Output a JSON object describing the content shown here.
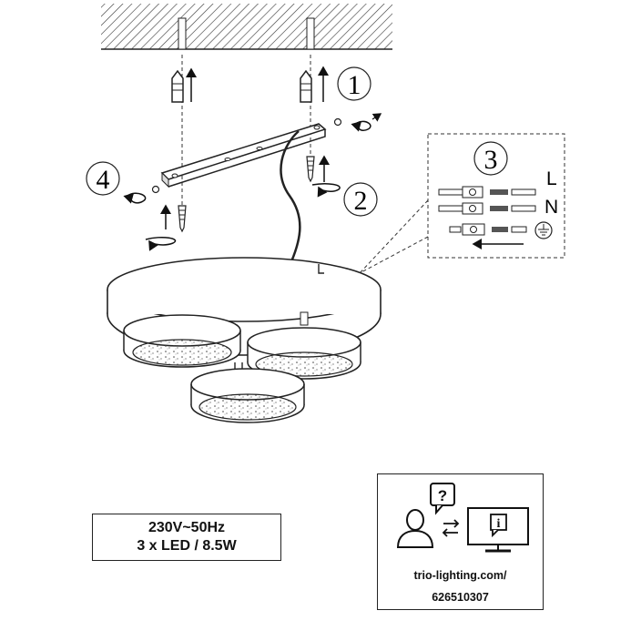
{
  "steps": {
    "s1": "1",
    "s2": "2",
    "s3": "3",
    "s4": "4"
  },
  "wiring": {
    "live": "L",
    "neutral": "N"
  },
  "specs": {
    "voltage": "230V~50Hz",
    "led": "3 x LED / 8.5W"
  },
  "support": {
    "url": "trio-lighting.com/",
    "article": "626510307"
  },
  "icons": [
    "ceiling-hatch",
    "wall-plug-icon",
    "screw-icon",
    "rotate-arrow-icon",
    "ground-icon",
    "question-bubble-icon",
    "person-icon",
    "swap-arrows-icon",
    "monitor-info-icon"
  ]
}
